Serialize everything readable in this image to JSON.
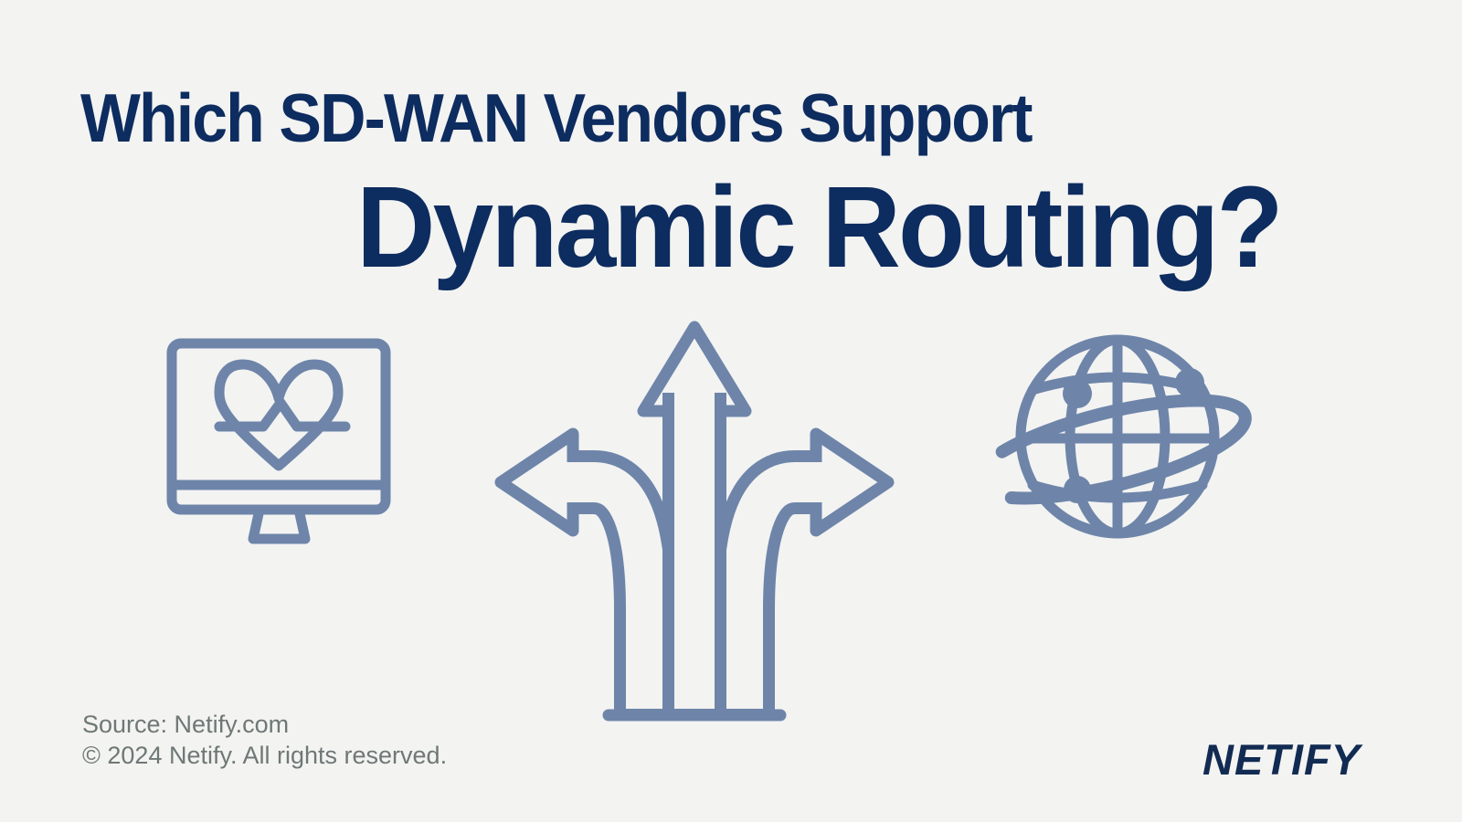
{
  "colors": {
    "background": "#f3f3f2",
    "navy": "#0d2c5f",
    "steel": "#6e85a9",
    "footer_gray": "#6e7876",
    "logo_navy": "#122b52"
  },
  "title": {
    "line1": "Which SD-WAN Vendors Support",
    "line2": "Dynamic Routing?"
  },
  "icons": [
    {
      "name": "monitor-heartbeat-icon"
    },
    {
      "name": "three-way-arrows-icon"
    },
    {
      "name": "global-network-icon"
    }
  ],
  "footer": {
    "source": "Source: Netify.com",
    "copyright": "© 2024 Netify. All rights reserved."
  },
  "logo": {
    "text": "NETIFY"
  }
}
